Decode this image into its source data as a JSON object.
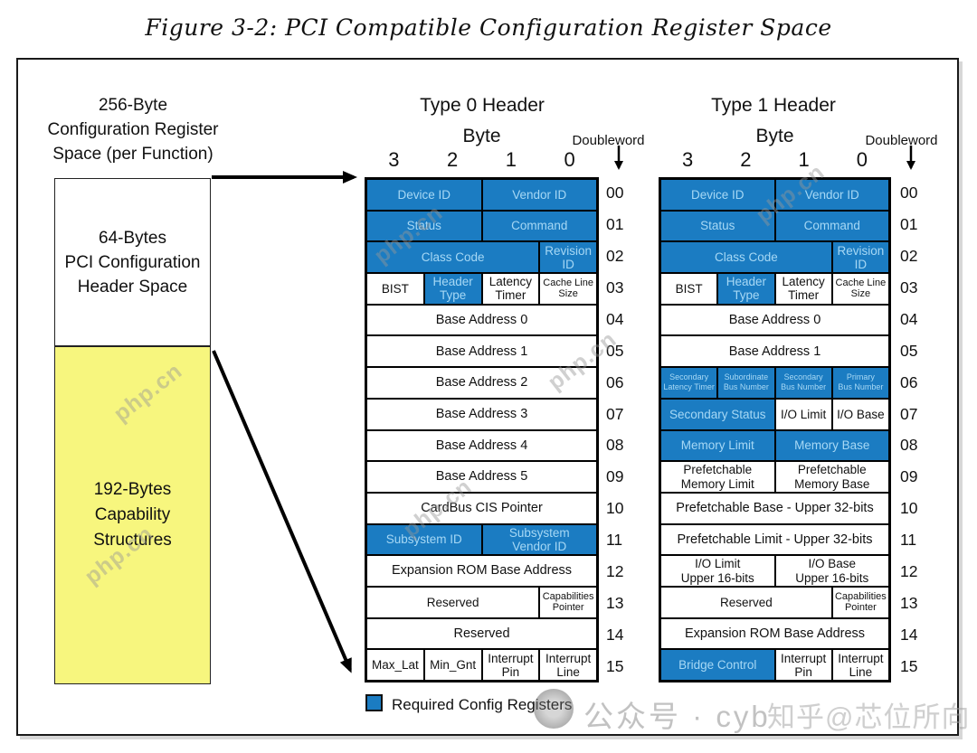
{
  "figure_title": "Figure 3-2: PCI Compatible Configuration Register Space",
  "left_panel": {
    "space_label": "256-Byte\nConfiguration Register\nSpace (per Function)",
    "header_box_label": "64-Bytes\nPCI Configuration\nHeader Space",
    "capability_box_label": "192-Bytes\nCapability\nStructures"
  },
  "column_header": {
    "byte": "Byte",
    "doubleword": "Doubleword",
    "bytes": [
      "3",
      "2",
      "1",
      "0"
    ]
  },
  "tables": [
    {
      "title": "Type 0 Header",
      "rows": [
        {
          "dw": "00",
          "cells": [
            {
              "label": "Device ID",
              "span": 2,
              "required": true
            },
            {
              "label": "Vendor ID",
              "span": 2,
              "required": true
            }
          ]
        },
        {
          "dw": "01",
          "cells": [
            {
              "label": "Status",
              "span": 2,
              "required": true
            },
            {
              "label": "Command",
              "span": 2,
              "required": true
            }
          ]
        },
        {
          "dw": "02",
          "cells": [
            {
              "label": "Class Code",
              "span": 3,
              "required": true
            },
            {
              "label": "Revision\nID",
              "span": 1,
              "required": true
            }
          ]
        },
        {
          "dw": "03",
          "cells": [
            {
              "label": "BIST",
              "span": 1
            },
            {
              "label": "Header\nType",
              "span": 1,
              "required": true
            },
            {
              "label": "Latency\nTimer",
              "span": 1
            },
            {
              "label": "Cache Line\nSize",
              "span": 1,
              "size": "sm"
            }
          ]
        },
        {
          "dw": "04",
          "cells": [
            {
              "label": "Base Address 0",
              "span": 4
            }
          ]
        },
        {
          "dw": "05",
          "cells": [
            {
              "label": "Base Address 1",
              "span": 4
            }
          ]
        },
        {
          "dw": "06",
          "cells": [
            {
              "label": "Base Address 2",
              "span": 4
            }
          ]
        },
        {
          "dw": "07",
          "cells": [
            {
              "label": "Base Address 3",
              "span": 4
            }
          ]
        },
        {
          "dw": "08",
          "cells": [
            {
              "label": "Base Address 4",
              "span": 4
            }
          ]
        },
        {
          "dw": "09",
          "cells": [
            {
              "label": "Base Address 5",
              "span": 4
            }
          ]
        },
        {
          "dw": "10",
          "cells": [
            {
              "label": "CardBus CIS Pointer",
              "span": 4
            }
          ]
        },
        {
          "dw": "11",
          "cells": [
            {
              "label": "Subsystem ID",
              "span": 2,
              "required": true
            },
            {
              "label": "Subsystem\nVendor ID",
              "span": 2,
              "required": true
            }
          ]
        },
        {
          "dw": "12",
          "cells": [
            {
              "label": "Expansion ROM Base Address",
              "span": 4
            }
          ]
        },
        {
          "dw": "13",
          "cells": [
            {
              "label": "Reserved",
              "span": 3
            },
            {
              "label": "Capabilities\nPointer",
              "span": 1,
              "size": "sm"
            }
          ]
        },
        {
          "dw": "14",
          "cells": [
            {
              "label": "Reserved",
              "span": 4
            }
          ]
        },
        {
          "dw": "15",
          "cells": [
            {
              "label": "Max_Lat",
              "span": 1
            },
            {
              "label": "Min_Gnt",
              "span": 1
            },
            {
              "label": "Interrupt\nPin",
              "span": 1
            },
            {
              "label": "Interrupt\nLine",
              "span": 1
            }
          ]
        }
      ]
    },
    {
      "title": "Type 1 Header",
      "rows": [
        {
          "dw": "00",
          "cells": [
            {
              "label": "Device ID",
              "span": 2,
              "required": true
            },
            {
              "label": "Vendor ID",
              "span": 2,
              "required": true
            }
          ]
        },
        {
          "dw": "01",
          "cells": [
            {
              "label": "Status",
              "span": 2,
              "required": true
            },
            {
              "label": "Command",
              "span": 2,
              "required": true
            }
          ]
        },
        {
          "dw": "02",
          "cells": [
            {
              "label": "Class Code",
              "span": 3,
              "required": true
            },
            {
              "label": "Revision\nID",
              "span": 1,
              "required": true
            }
          ]
        },
        {
          "dw": "03",
          "cells": [
            {
              "label": "BIST",
              "span": 1
            },
            {
              "label": "Header\nType",
              "span": 1,
              "required": true
            },
            {
              "label": "Latency\nTimer",
              "span": 1
            },
            {
              "label": "Cache Line\nSize",
              "span": 1,
              "size": "sm"
            }
          ]
        },
        {
          "dw": "04",
          "cells": [
            {
              "label": "Base Address 0",
              "span": 4
            }
          ]
        },
        {
          "dw": "05",
          "cells": [
            {
              "label": "Base Address 1",
              "span": 4
            }
          ]
        },
        {
          "dw": "06",
          "cells": [
            {
              "label": "Secondary\nLatency Timer",
              "span": 1,
              "required": true,
              "size": "xs"
            },
            {
              "label": "Subordinate\nBus Number",
              "span": 1,
              "required": true,
              "size": "xs"
            },
            {
              "label": "Secondary\nBus Number",
              "span": 1,
              "required": true,
              "size": "xs"
            },
            {
              "label": "Primary\nBus Number",
              "span": 1,
              "required": true,
              "size": "xs"
            }
          ]
        },
        {
          "dw": "07",
          "cells": [
            {
              "label": "Secondary Status",
              "span": 2,
              "required": true
            },
            {
              "label": "I/O Limit",
              "span": 1
            },
            {
              "label": "I/O Base",
              "span": 1
            }
          ]
        },
        {
          "dw": "08",
          "cells": [
            {
              "label": "Memory Limit",
              "span": 2,
              "required": true
            },
            {
              "label": "Memory Base",
              "span": 2,
              "required": true
            }
          ]
        },
        {
          "dw": "09",
          "cells": [
            {
              "label": "Prefetchable\nMemory Limit",
              "span": 2
            },
            {
              "label": "Prefetchable\nMemory Base",
              "span": 2
            }
          ]
        },
        {
          "dw": "10",
          "cells": [
            {
              "label": "Prefetchable Base - Upper 32-bits",
              "span": 4
            }
          ]
        },
        {
          "dw": "11",
          "cells": [
            {
              "label": "Prefetchable Limit - Upper 32-bits",
              "span": 4
            }
          ]
        },
        {
          "dw": "12",
          "cells": [
            {
              "label": "I/O Limit\nUpper 16-bits",
              "span": 2
            },
            {
              "label": "I/O Base\nUpper 16-bits",
              "span": 2
            }
          ]
        },
        {
          "dw": "13",
          "cells": [
            {
              "label": "Reserved",
              "span": 3
            },
            {
              "label": "Capabilities\nPointer",
              "span": 1,
              "size": "sm"
            }
          ]
        },
        {
          "dw": "14",
          "cells": [
            {
              "label": "Expansion ROM Base Address",
              "span": 4
            }
          ]
        },
        {
          "dw": "15",
          "cells": [
            {
              "label": "Bridge Control",
              "span": 2,
              "required": true
            },
            {
              "label": "Interrupt\nPin",
              "span": 1
            },
            {
              "label": "Interrupt\nLine",
              "span": 1
            }
          ]
        }
      ]
    }
  ],
  "legend": {
    "label": "Required Config Registers"
  },
  "watermarks": {
    "diagonal": "php.cn",
    "bottom_left": "公众号 · cyb",
    "bottom_right": "知乎@芯位所向"
  },
  "colors": {
    "required_blue": "#1b7cc2",
    "required_cell_text": "#a6d8f5",
    "capability_yellow": "#f7f67e"
  }
}
